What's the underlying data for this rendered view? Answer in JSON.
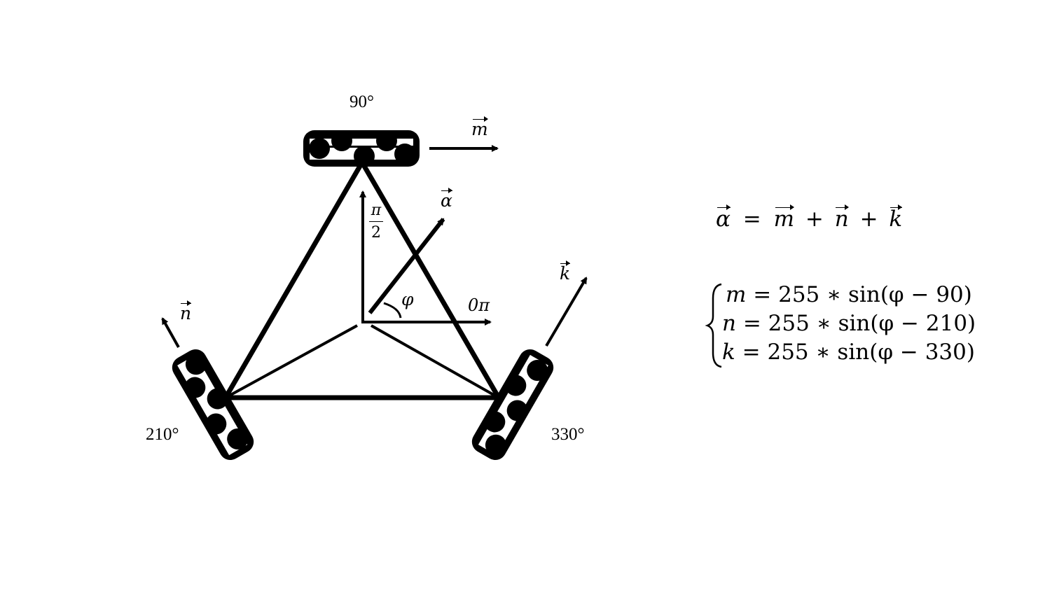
{
  "labels": {
    "angle_top": "90°",
    "angle_left": "210°",
    "angle_right": "330°",
    "vec_m": "m",
    "vec_n": "n",
    "vec_k": "k",
    "vec_alpha": "α",
    "phi": "φ",
    "zero_pi": "0π",
    "half_pi_num": "π",
    "half_pi_den": "2"
  },
  "equations": {
    "sum": {
      "lhs": "α",
      "eq": "=",
      "t1": "m",
      "p1": "+",
      "t2": "n",
      "p2": "+",
      "t3": "k"
    },
    "system": [
      {
        "var": "m",
        "rhs": "= 255 ∗ sin(φ − 90)"
      },
      {
        "var": "n",
        "rhs": "= 255 ∗ sin(φ − 210)"
      },
      {
        "var": "k",
        "rhs": "= 255 ∗ sin(φ − 330)"
      }
    ]
  }
}
